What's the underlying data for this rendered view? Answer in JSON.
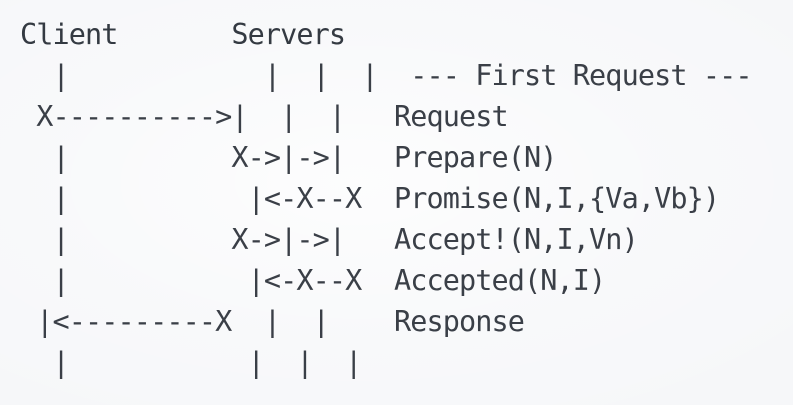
{
  "diagram": {
    "kind": "ascii-sequence-diagram",
    "title_row": {
      "client_label": "Client",
      "servers_label": "Servers"
    },
    "colors": {
      "background": "#f6f7f9",
      "text": "#3a3f47"
    },
    "participants": [
      {
        "name": "Client",
        "column": 0
      },
      {
        "name": "Server1",
        "column": 1
      },
      {
        "name": "Server2",
        "column": 2
      },
      {
        "name": "Server3",
        "column": 3
      }
    ],
    "section_header": "--- First Request ---",
    "messages": [
      {
        "label": "Request",
        "arrow": "X--------->|",
        "from": "Client",
        "to": "Server1"
      },
      {
        "label": "Prepare(N)",
        "arrow": "X->|->|",
        "from": "Server1",
        "to": "Server2,Server3"
      },
      {
        "label": "Promise(N,I,{Va,Vb})",
        "arrow": "|<-X--X",
        "from": "Server2,Server3",
        "to": "Server1"
      },
      {
        "label": "Accept!(N,I,Vn)",
        "arrow": "X->|->|",
        "from": "Server1",
        "to": "Server2,Server3"
      },
      {
        "label": "Accepted(N,I)",
        "arrow": "|<-X--X",
        "from": "Server2,Server3",
        "to": "Server1"
      },
      {
        "label": "Response",
        "arrow": "|<---------X",
        "from": "Server1",
        "to": "Client"
      }
    ],
    "art_lines": [
      "Client       Servers",
      "  |            |  |  |  --- First Request ---",
      " X---------->|  |  |   Request",
      "  |          X->|->|   Prepare(N)",
      "  |           |<-X--X  Promise(N,I,{Va,Vb})",
      "  |          X->|->|   Accept!(N,I,Vn)",
      "  |           |<-X--X  Accepted(N,I)",
      " |<---------X  |  |    Response",
      "  |           |  |  |"
    ]
  }
}
